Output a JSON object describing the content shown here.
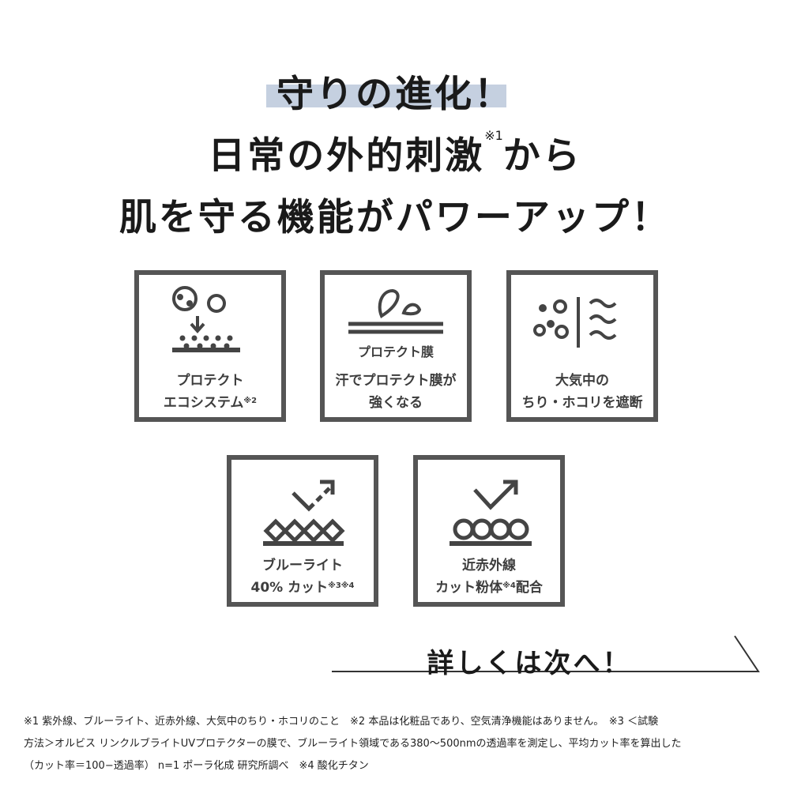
{
  "headline": {
    "line1": "守りの進化！",
    "line2_pre": "日常の外的刺激",
    "line2_sup": "※1",
    "line2_post": "から",
    "line3": "肌を守る機能がパワーアップ！",
    "highlight_color": "#c5d0e0"
  },
  "features": [
    {
      "icon": "pollutant-settle-icon",
      "line1": "プロテクト",
      "line2": "エコシステム",
      "sup": "※2",
      "line2_post": ""
    },
    {
      "icon": "protect-film-icon",
      "sublabel": "プロテクト膜",
      "line1": "汗でプロテクト膜が",
      "line2": "強くなる",
      "sup": "",
      "line2_post": ""
    },
    {
      "icon": "dust-barrier-icon",
      "line1": "大気中の",
      "line2": "ちり・ホコリを遮断",
      "sup": "",
      "line2_post": ""
    },
    {
      "icon": "bluelight-reflect-icon",
      "line1": "ブルーライト",
      "line2": "40% カット",
      "sup": "※3※4",
      "line2_post": ""
    },
    {
      "icon": "nearinfrared-reflect-icon",
      "line1": "近赤外線",
      "line2": "カット粉体",
      "sup": "※4",
      "line2_post": "配合"
    }
  ],
  "cta": {
    "label": "詳しくは次へ！"
  },
  "footnotes": [
    "※1 紫外線、ブルーライト、近赤外線、大気中のちり・ホコリのこと　※2 本品は化粧品であり、空気清浄機能はありません。　※3 ＜試験",
    "方法＞オルビス リンクルブライトUVプロテクターの膜で、ブルーライト領域である380〜500nmの透過率を測定し、平均カット率を算出した",
    "（カット率＝100−透過率） n=1 ポーラ化成 研究所調べ　※4 酸化チタン"
  ]
}
